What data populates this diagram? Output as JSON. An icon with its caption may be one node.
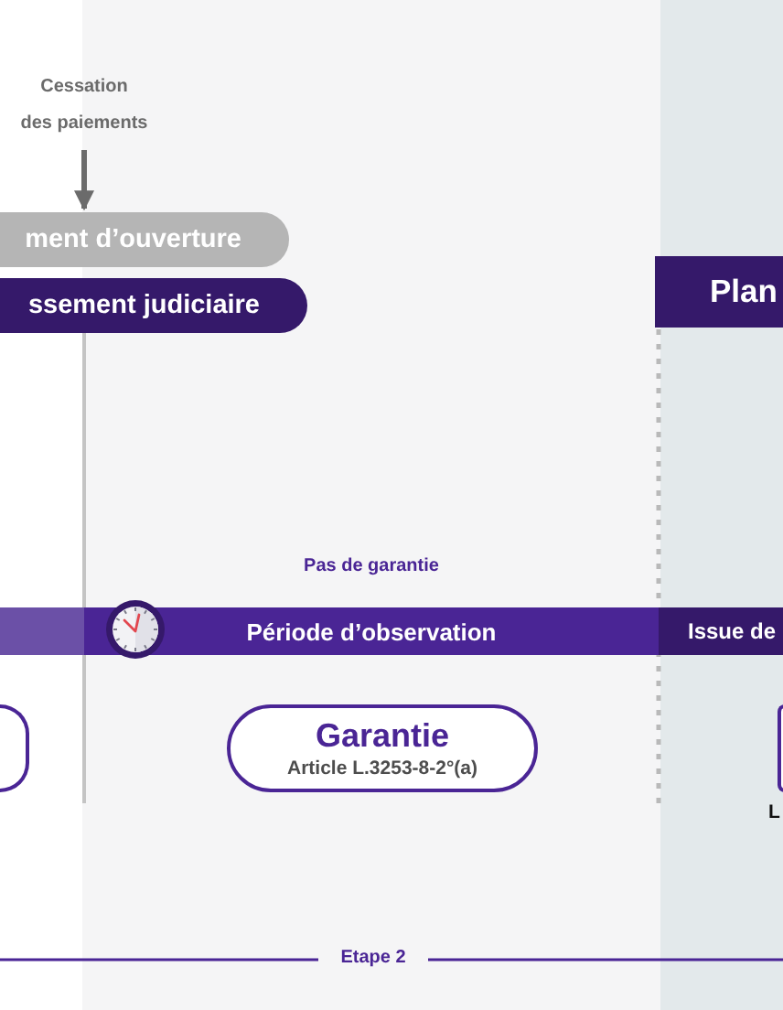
{
  "diagram": {
    "nodes": [
      {
        "text": [
          "Cessation des paiements"
        ]
      },
      {
        "text": [
          "ment d’ouverture"
        ]
      },
      {
        "text": [
          "ssement judiciaire"
        ]
      },
      {
        "text": [
          "Plan"
        ]
      },
      {
        "text": [],
        "shape": "bar"
      },
      {
        "text": [
          "Période d’observation"
        ],
        "beside": [
          "Pas de garantie"
        ]
      },
      {
        "text": [
          "Issue de"
        ]
      },
      {
        "text": [],
        "shape": "box"
      },
      {
        "text": [
          "Garantie",
          "Article L.3253-8-2°(a)"
        ]
      },
      {
        "text": [],
        "shape": "box",
        "beside": [
          "L"
        ]
      }
    ],
    "edges": [
      {
        "from": 0,
        "to": 1,
        "arrow": "to"
      }
    ],
    "labels": [
      "Etape 2"
    ]
  }
}
